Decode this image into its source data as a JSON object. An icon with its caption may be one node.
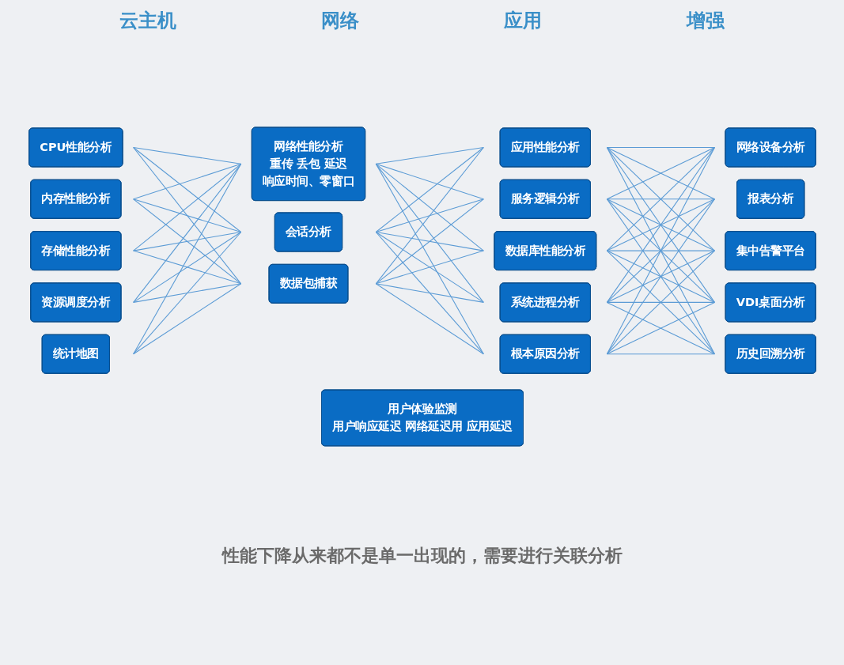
{
  "diagram": {
    "nodes": [
      {
        "text": [
          "CPU性能分析"
        ]
      },
      {
        "text": [
          "内存性能分析"
        ]
      },
      {
        "text": [
          "存储性能分析"
        ]
      },
      {
        "text": [
          "资源调度分析"
        ]
      },
      {
        "text": [
          "统计地图"
        ]
      },
      {
        "text": [
          "网络性能分析",
          "重传 丢包 延迟",
          "响应时间、零窗口"
        ]
      },
      {
        "text": [
          "会话分析"
        ]
      },
      {
        "text": [
          "数据包捕获"
        ]
      },
      {
        "text": [
          "应用性能分析"
        ]
      },
      {
        "text": [
          "服务逻辑分析"
        ]
      },
      {
        "text": [
          "数据库性能分析"
        ]
      },
      {
        "text": [
          "系统进程分析"
        ]
      },
      {
        "text": [
          "根本原因分析"
        ]
      },
      {
        "text": [
          "网络设备分析"
        ]
      },
      {
        "text": [
          "报表分析"
        ]
      },
      {
        "text": [
          "集中告警平台"
        ]
      },
      {
        "text": [
          "VDI桌面分析"
        ]
      },
      {
        "text": [
          "历史回溯分析"
        ]
      },
      {
        "text": [
          "用户体验监测",
          "用户响应延迟 网络延迟用 应用延迟"
        ]
      }
    ],
    "edges": [
      {
        "from": 0,
        "to": 5,
        "arrow": "none"
      },
      {
        "from": 0,
        "to": 6,
        "arrow": "none"
      },
      {
        "from": 0,
        "to": 7,
        "arrow": "none"
      },
      {
        "from": 1,
        "to": 5,
        "arrow": "none"
      },
      {
        "from": 1,
        "to": 6,
        "arrow": "none"
      },
      {
        "from": 1,
        "to": 7,
        "arrow": "none"
      },
      {
        "from": 2,
        "to": 5,
        "arrow": "none"
      },
      {
        "from": 2,
        "to": 6,
        "arrow": "none"
      },
      {
        "from": 2,
        "to": 7,
        "arrow": "none"
      },
      {
        "from": 3,
        "to": 5,
        "arrow": "none"
      },
      {
        "from": 3,
        "to": 6,
        "arrow": "none"
      },
      {
        "from": 3,
        "to": 7,
        "arrow": "none"
      },
      {
        "from": 4,
        "to": 5,
        "arrow": "none"
      },
      {
        "from": 4,
        "to": 6,
        "arrow": "none"
      },
      {
        "from": 4,
        "to": 7,
        "arrow": "none"
      },
      {
        "from": 5,
        "to": 8,
        "arrow": "none"
      },
      {
        "from": 5,
        "to": 9,
        "arrow": "none"
      },
      {
        "from": 5,
        "to": 10,
        "arrow": "none"
      },
      {
        "from": 5,
        "to": 11,
        "arrow": "none"
      },
      {
        "from": 5,
        "to": 12,
        "arrow": "none"
      },
      {
        "from": 6,
        "to": 8,
        "arrow": "none"
      },
      {
        "from": 6,
        "to": 9,
        "arrow": "none"
      },
      {
        "from": 6,
        "to": 10,
        "arrow": "none"
      },
      {
        "from": 6,
        "to": 11,
        "arrow": "none"
      },
      {
        "from": 6,
        "to": 12,
        "arrow": "none"
      },
      {
        "from": 7,
        "to": 8,
        "arrow": "none"
      },
      {
        "from": 7,
        "to": 9,
        "arrow": "none"
      },
      {
        "from": 7,
        "to": 10,
        "arrow": "none"
      },
      {
        "from": 7,
        "to": 11,
        "arrow": "none"
      },
      {
        "from": 7,
        "to": 12,
        "arrow": "none"
      },
      {
        "from": 8,
        "to": 13,
        "arrow": "none"
      },
      {
        "from": 8,
        "to": 14,
        "arrow": "none"
      },
      {
        "from": 8,
        "to": 15,
        "arrow": "none"
      },
      {
        "from": 8,
        "to": 16,
        "arrow": "none"
      },
      {
        "from": 8,
        "to": 17,
        "arrow": "none"
      },
      {
        "from": 9,
        "to": 13,
        "arrow": "none"
      },
      {
        "from": 9,
        "to": 14,
        "arrow": "none"
      },
      {
        "from": 9,
        "to": 15,
        "arrow": "none"
      },
      {
        "from": 9,
        "to": 16,
        "arrow": "none"
      },
      {
        "from": 9,
        "to": 17,
        "arrow": "none"
      },
      {
        "from": 10,
        "to": 13,
        "arrow": "none"
      },
      {
        "from": 10,
        "to": 14,
        "arrow": "none"
      },
      {
        "from": 10,
        "to": 15,
        "arrow": "none"
      },
      {
        "from": 10,
        "to": 16,
        "arrow": "none"
      },
      {
        "from": 10,
        "to": 17,
        "arrow": "none"
      },
      {
        "from": 11,
        "to": 13,
        "arrow": "none"
      },
      {
        "from": 11,
        "to": 14,
        "arrow": "none"
      },
      {
        "from": 11,
        "to": 15,
        "arrow": "none"
      },
      {
        "from": 11,
        "to": 16,
        "arrow": "none"
      },
      {
        "from": 11,
        "to": 17,
        "arrow": "none"
      },
      {
        "from": 12,
        "to": 13,
        "arrow": "none"
      },
      {
        "from": 12,
        "to": 14,
        "arrow": "none"
      },
      {
        "from": 12,
        "to": 15,
        "arrow": "none"
      },
      {
        "from": 12,
        "to": 16,
        "arrow": "none"
      },
      {
        "from": 12,
        "to": 17,
        "arrow": "none"
      }
    ],
    "labels": [
      "云主机",
      "网络",
      "应用",
      "增强",
      "性能下降从来都不是单一出现的，需要进行关联分析"
    ]
  }
}
